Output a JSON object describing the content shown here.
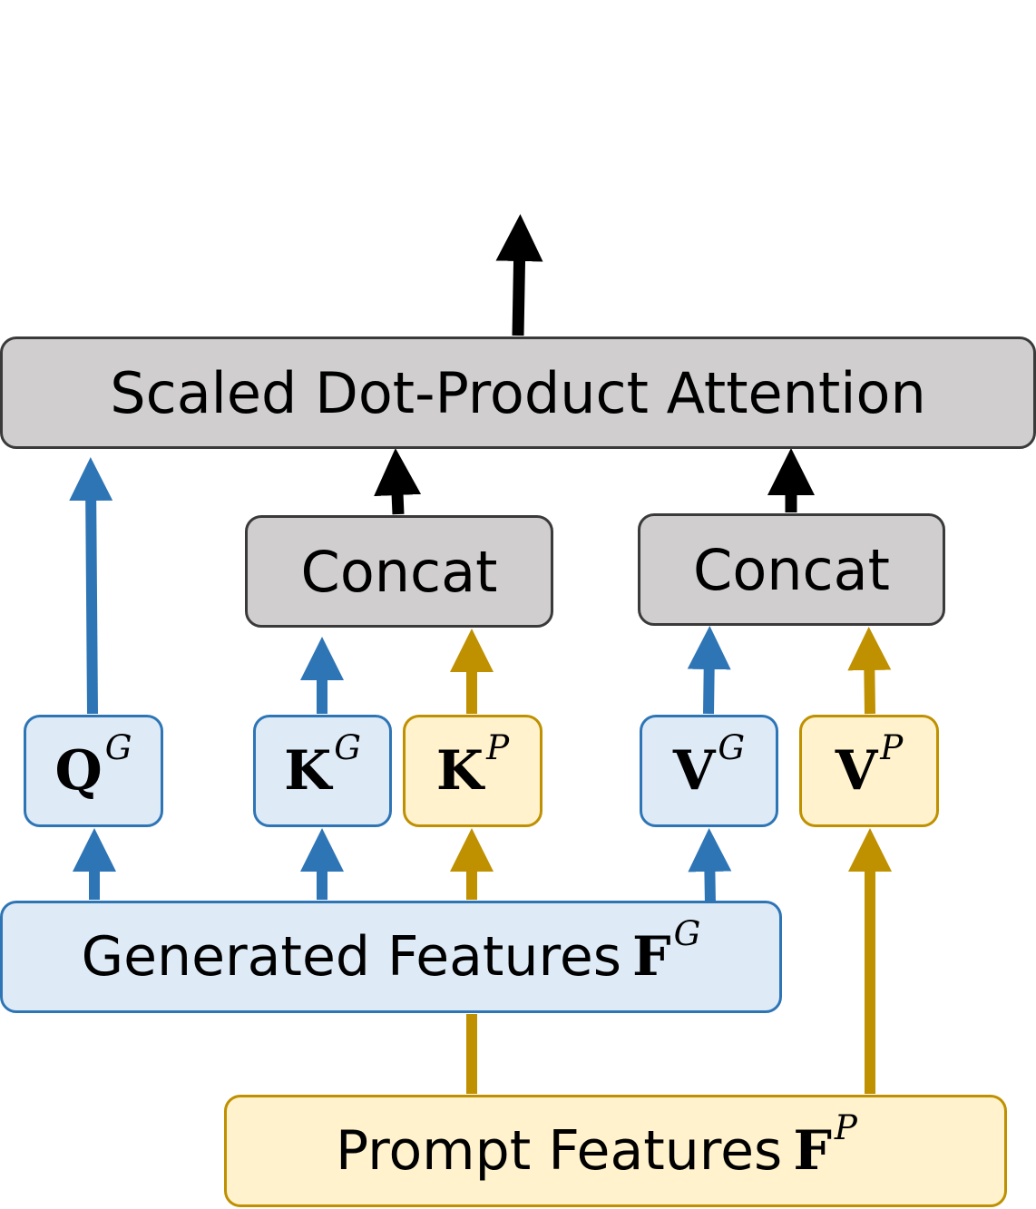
{
  "attention": {
    "label": "Scaled Dot-Product Attention"
  },
  "concat_k": {
    "label": "Concat"
  },
  "concat_v": {
    "label": "Concat"
  },
  "variables": {
    "q_g": {
      "base": "Q",
      "sup": "G"
    },
    "k_g": {
      "base": "K",
      "sup": "G"
    },
    "k_p": {
      "base": "K",
      "sup": "P"
    },
    "v_g": {
      "base": "V",
      "sup": "G"
    },
    "v_p": {
      "base": "V",
      "sup": "P"
    }
  },
  "generated": {
    "label": "Generated Features",
    "symbol": "F",
    "sup": "G"
  },
  "prompt": {
    "label": "Prompt Features",
    "symbol": "F",
    "sup": "P"
  },
  "colors": {
    "generated_stroke": "#2e75b6",
    "generated_fill": "#deebf7",
    "prompt_stroke": "#bf9000",
    "prompt_fill": "#fff2cc",
    "process_fill": "#d0cece",
    "process_stroke": "#3a3a3a",
    "output_arrow": "#000000"
  }
}
